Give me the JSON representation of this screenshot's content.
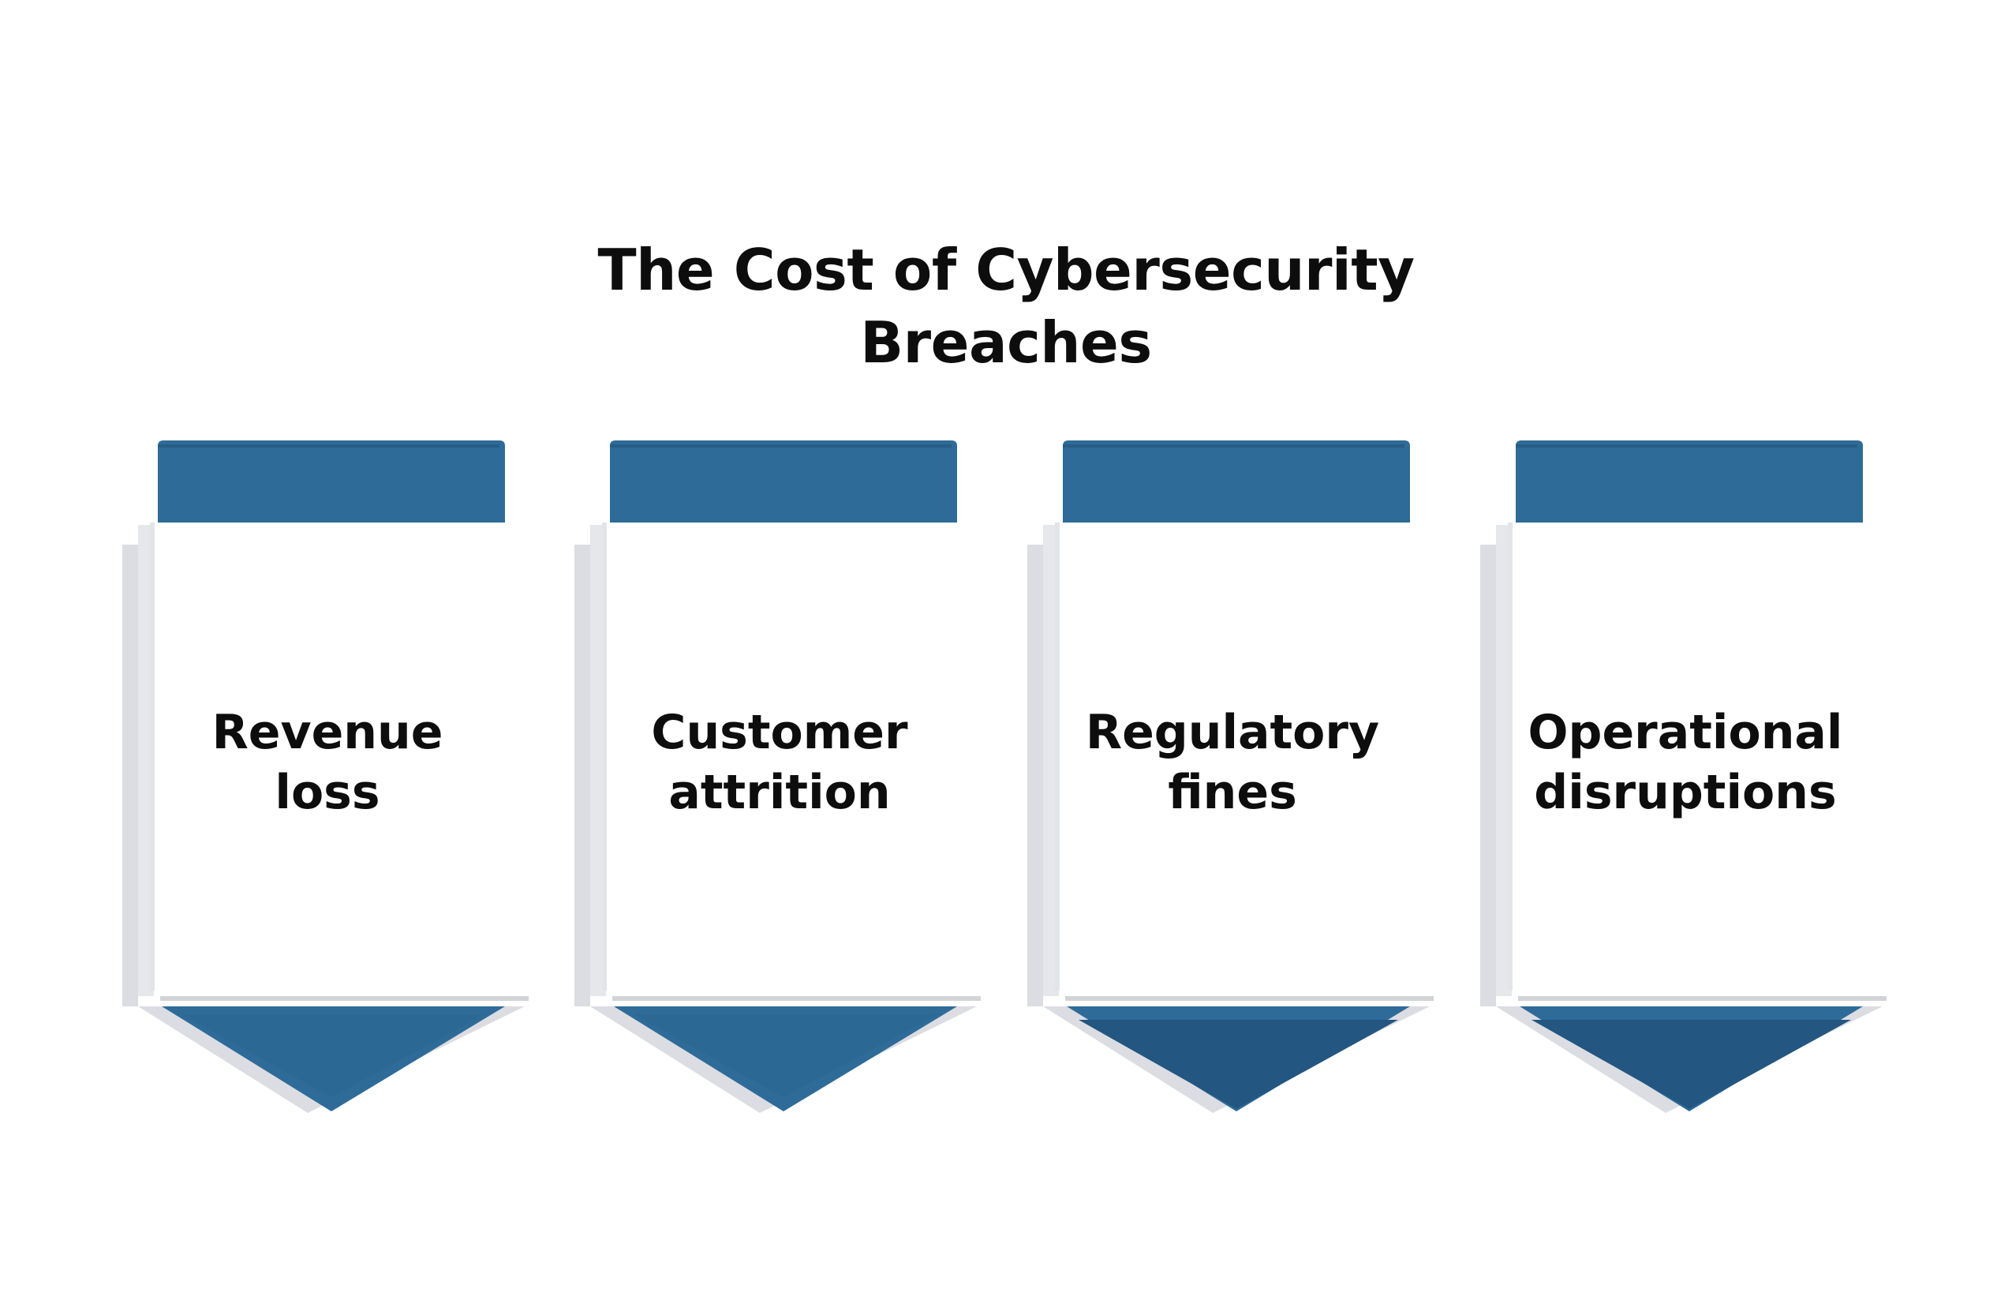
{
  "title": {
    "line1": "The Cost of Cybersecurity",
    "line2": "Breaches"
  },
  "colors": {
    "header_blue": "#2e6b98",
    "arrow_blue_light": "#2e6b98",
    "arrow_blue_dark": "#235680",
    "card_white": "#ffffff",
    "shadow_gray": "#dcdde2"
  },
  "cards": [
    {
      "line1": "Revenue",
      "line2": "loss"
    },
    {
      "line1": "Customer",
      "line2": "attrition"
    },
    {
      "line1": "Regulatory",
      "line2": "fines"
    },
    {
      "line1": "Operational",
      "line2": "disruptions"
    }
  ]
}
